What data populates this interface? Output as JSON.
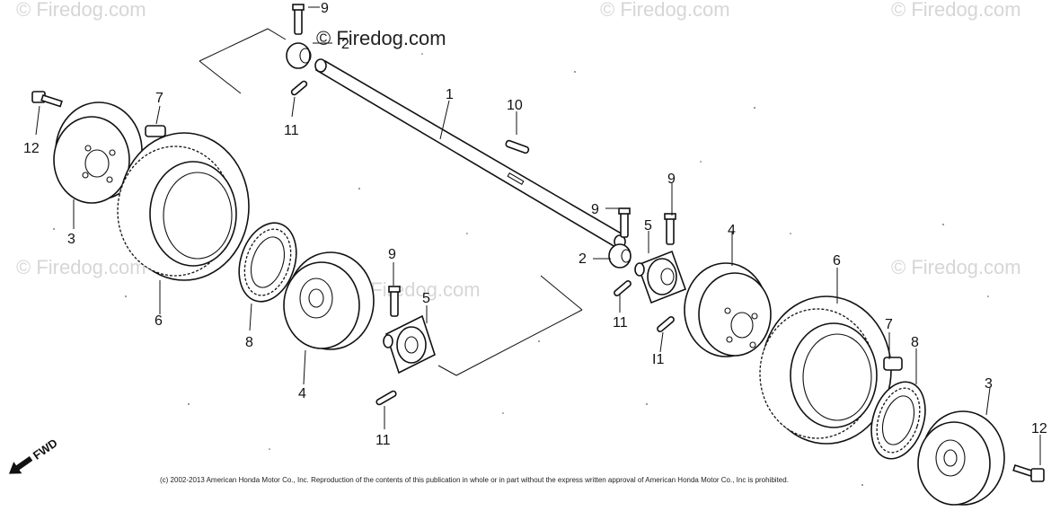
{
  "watermarks": {
    "text": "© Firedog.com",
    "top_text": "© Firedog.com"
  },
  "labels": {
    "p1": "1",
    "p2a": "2",
    "p2b": "2",
    "p3a": "3",
    "p3b": "3",
    "p4a": "4",
    "p4b": "4",
    "p5a": "5",
    "p5b": "5",
    "p6a": "6",
    "p6b": "6",
    "p7a": "7",
    "p7b": "7",
    "p8a": "8",
    "p8b": "8",
    "p9a": "9",
    "p9b": "9",
    "p9c": "9",
    "p9d": "9",
    "p10": "10",
    "p11a": "11",
    "p11b": "11",
    "p11c": "11",
    "p11d": "I1",
    "p12a": "12",
    "p12b": "12"
  },
  "fwd_label": "FWD",
  "copyright": "(c) 2002-2013 American Honda Motor Co., Inc. Reproduction of the contents of this publication in whole or in part without the express written approval of American Honda Motor Co., Inc is prohibited."
}
